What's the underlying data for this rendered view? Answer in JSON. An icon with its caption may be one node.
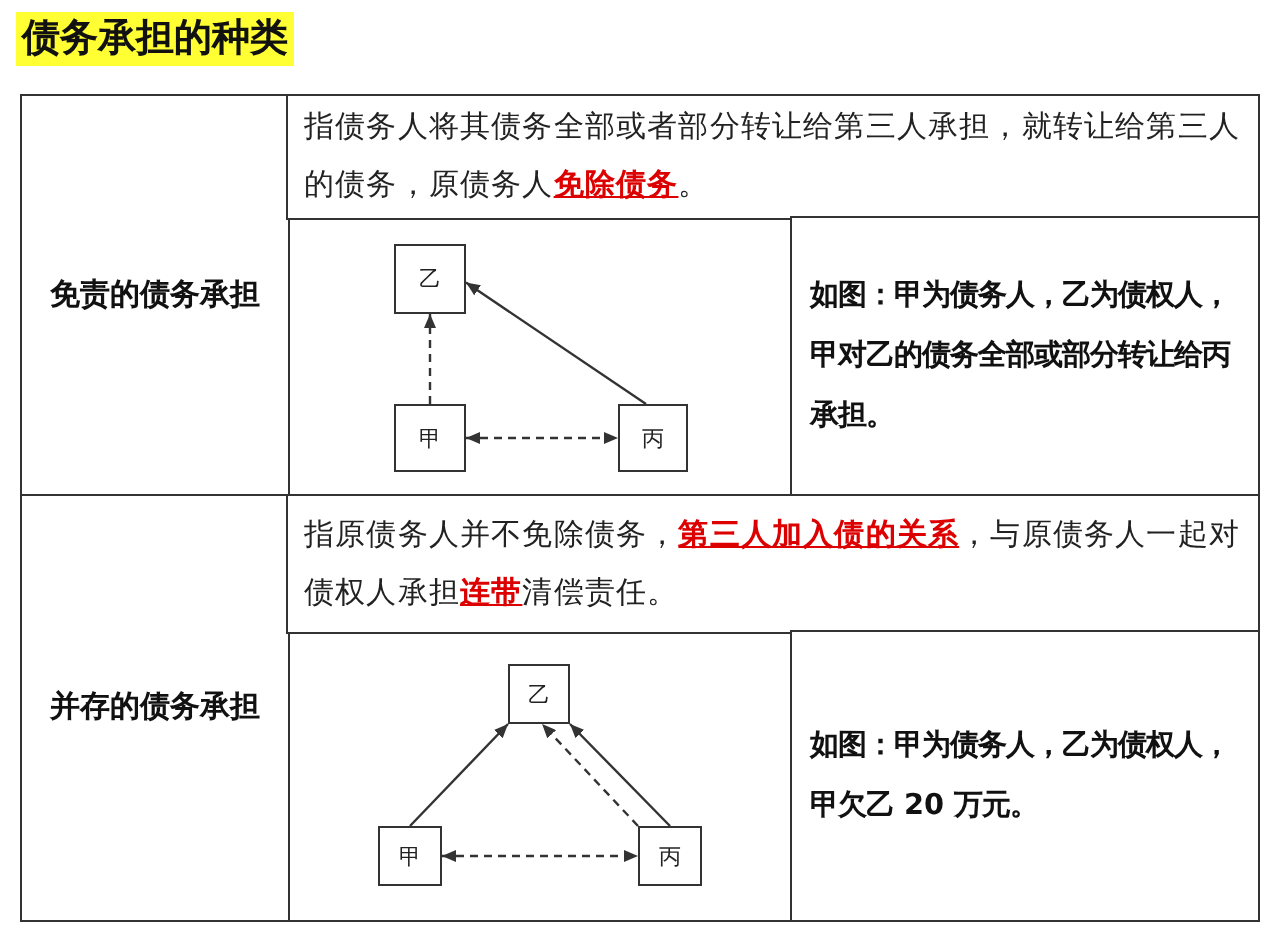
{
  "diagram": {
    "title": "债务承担的种类",
    "nodes": [
      {
        "text": [
          "乙"
        ]
      },
      {
        "text": [
          "甲"
        ]
      },
      {
        "text": [
          "丙"
        ]
      },
      {
        "text": [
          "乙"
        ]
      },
      {
        "text": [
          "甲"
        ]
      },
      {
        "text": [
          "丙"
        ]
      }
    ],
    "edges": [
      {
        "from": 1,
        "to": 0,
        "arrow": "to",
        "style": "dashed"
      },
      {
        "from": 2,
        "to": 0,
        "arrow": "to"
      },
      {
        "from": 1,
        "to": 2,
        "arrow": "both",
        "style": "dashed"
      },
      {
        "from": 4,
        "to": 3,
        "arrow": "to"
      },
      {
        "from": 5,
        "to": 3,
        "arrow": "to"
      },
      {
        "from": 5,
        "to": 3,
        "arrow": "to",
        "style": "dashed"
      },
      {
        "from": 4,
        "to": 5,
        "arrow": "both",
        "style": "dashed"
      }
    ],
    "labels": [
      "免责的债务承担",
      "指债务人将其债务全部或者部分转让给第三人承担，就转让给第三人的债务，原债务人**免除债务**。",
      "如图：甲为债务人，乙为债权人，甲对乙的债务全部或部分转让给丙承担。",
      "并存的债务承担",
      "指原债务人并不免除债务，**第三人加入债的关系**，与原债务人一起对债权人承担**连带**清偿责任。",
      "如图：甲为债务人，乙为债权人，甲欠乙 20 万元。"
    ]
  }
}
